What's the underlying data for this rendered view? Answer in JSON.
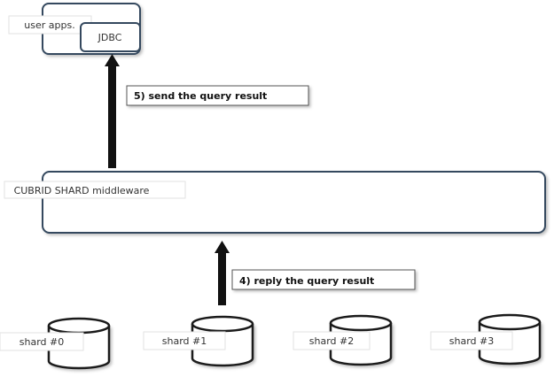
{
  "client": {
    "label": "user apps.",
    "driver": "JDBC"
  },
  "middleware": {
    "label": "CUBRID SHARD middleware"
  },
  "steps": [
    {
      "label": "5) send the query result"
    },
    {
      "label": "4) reply the query result"
    }
  ],
  "shards": [
    {
      "label": "shard #0"
    },
    {
      "label": "shard #1"
    },
    {
      "label": "shard #2"
    },
    {
      "label": "shard #3"
    }
  ],
  "colors": {
    "frame": "#34485e",
    "arrow": "#111111",
    "cylinder": "#1a1a1a"
  }
}
